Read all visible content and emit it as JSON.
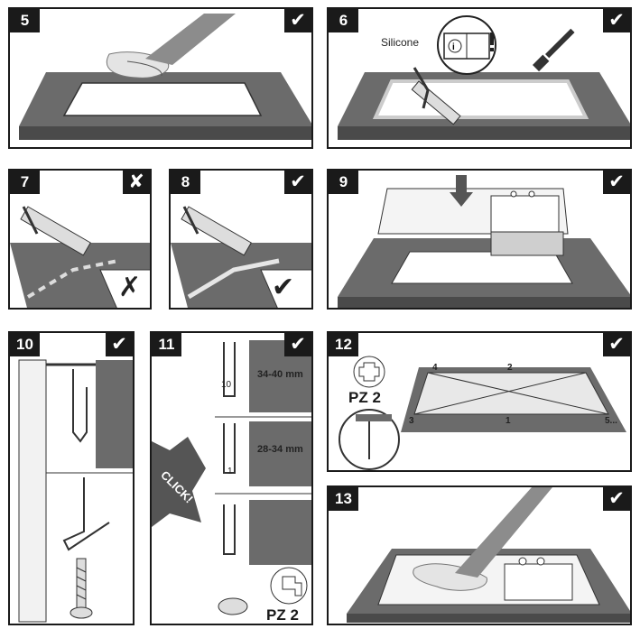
{
  "steps": [
    {
      "number": "5",
      "status": "✔"
    },
    {
      "number": "6",
      "status": "✔"
    },
    {
      "number": "7",
      "status": "✘"
    },
    {
      "number": "8",
      "status": "✔"
    },
    {
      "number": "9",
      "status": "✔"
    },
    {
      "number": "10",
      "status": "✔"
    },
    {
      "number": "11",
      "status": "✔"
    },
    {
      "number": "12",
      "status": "✔"
    },
    {
      "number": "13",
      "status": "✔"
    }
  ],
  "step6": {
    "silicone_label": "Silicone",
    "info_symbol": "i",
    "warning_symbol": "!"
  },
  "step7": {
    "inline_mark": "✗"
  },
  "step8": {
    "inline_mark": "✔"
  },
  "step11": {
    "range_top": "34-40 mm",
    "range_middle": "28-34 mm",
    "dim_top": "10",
    "dim_middle": "1",
    "click_label": "CLICK!",
    "screwdriver": "PZ 2"
  },
  "step12": {
    "screwdriver": "PZ 2",
    "order": [
      "1",
      "2",
      "3",
      "4",
      "5..."
    ]
  },
  "colors": {
    "countertop": "#6b6b6b",
    "countertop_edge": "#4a4a4a",
    "badge": "#1a1a1a",
    "sink": "#e8e8e8"
  }
}
